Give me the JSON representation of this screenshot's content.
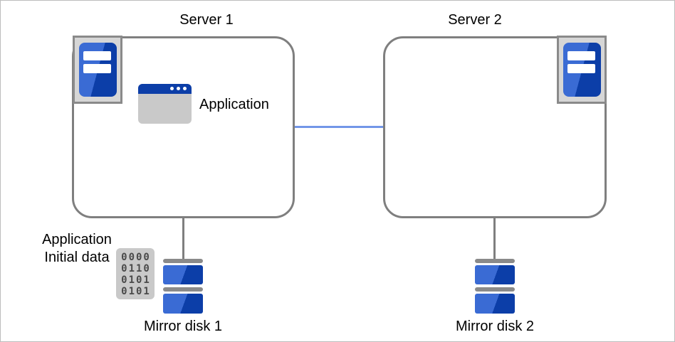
{
  "colors": {
    "canvas_border": "#bdbdbd",
    "box_border": "#7f7f7f",
    "light_blue": "#3a6bd4",
    "dark_blue": "#0c3ea8",
    "link_blue": "#7296e8",
    "icon_frame_bg": "#d6d6d6",
    "icon_frame_border": "#8a8a8a",
    "panel_gray": "#c9c9c9",
    "connector_gray": "#7f7f7f",
    "platter_gray": "#8a8a8a",
    "digit_color": "#4a4a4a"
  },
  "nodes": {
    "server1": {
      "label": "Server 1"
    },
    "server2": {
      "label": "Server 2"
    },
    "application": {
      "label": "Application"
    },
    "initial_data": {
      "label_line1": "Application",
      "label_line2": "Initial data",
      "binary_rows": [
        "0000",
        "0110",
        "0101",
        "0101"
      ]
    },
    "mirror_disk1": {
      "label": "Mirror disk 1"
    },
    "mirror_disk2": {
      "label": "Mirror disk 2"
    }
  }
}
